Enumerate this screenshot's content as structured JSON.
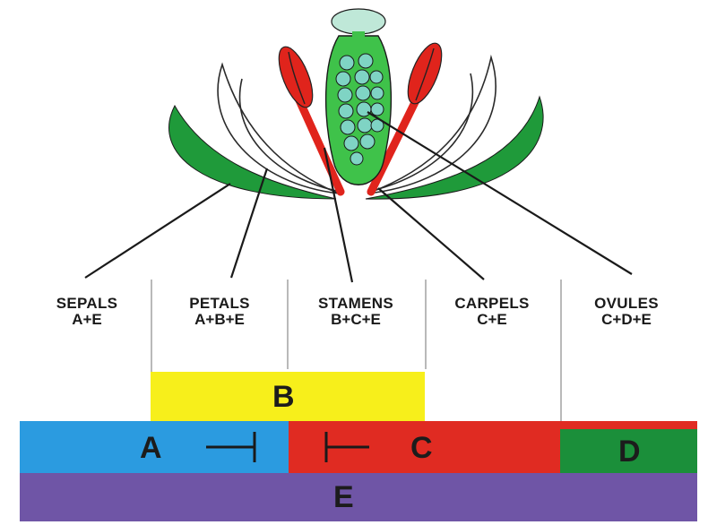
{
  "organs": [
    {
      "name": "SEPALS",
      "formula": "A+E"
    },
    {
      "name": "PETALS",
      "formula": "A+B+E"
    },
    {
      "name": "STAMENS",
      "formula": "B+C+E"
    },
    {
      "name": "CARPELS",
      "formula": "C+E"
    },
    {
      "name": "OVULES",
      "formula": "C+D+E"
    }
  ],
  "bands": {
    "A": {
      "label": "A",
      "color": "#2b9be0"
    },
    "B": {
      "label": "B",
      "color": "#f7ef1b"
    },
    "C": {
      "label": "C",
      "color": "#e02b22"
    },
    "D": {
      "label": "D",
      "color": "#1b8f3a"
    },
    "E": {
      "label": "E",
      "color": "#6f55a6"
    }
  },
  "colors": {
    "sepal": "#1f9a3a",
    "petal_outline": "#2a2a2a",
    "stamen": "#e0241c",
    "carpel": "#3fc24a",
    "stigma": "#bfe8d8",
    "ovule": "#7fd4c4",
    "leader_line": "#1a1a1a"
  }
}
